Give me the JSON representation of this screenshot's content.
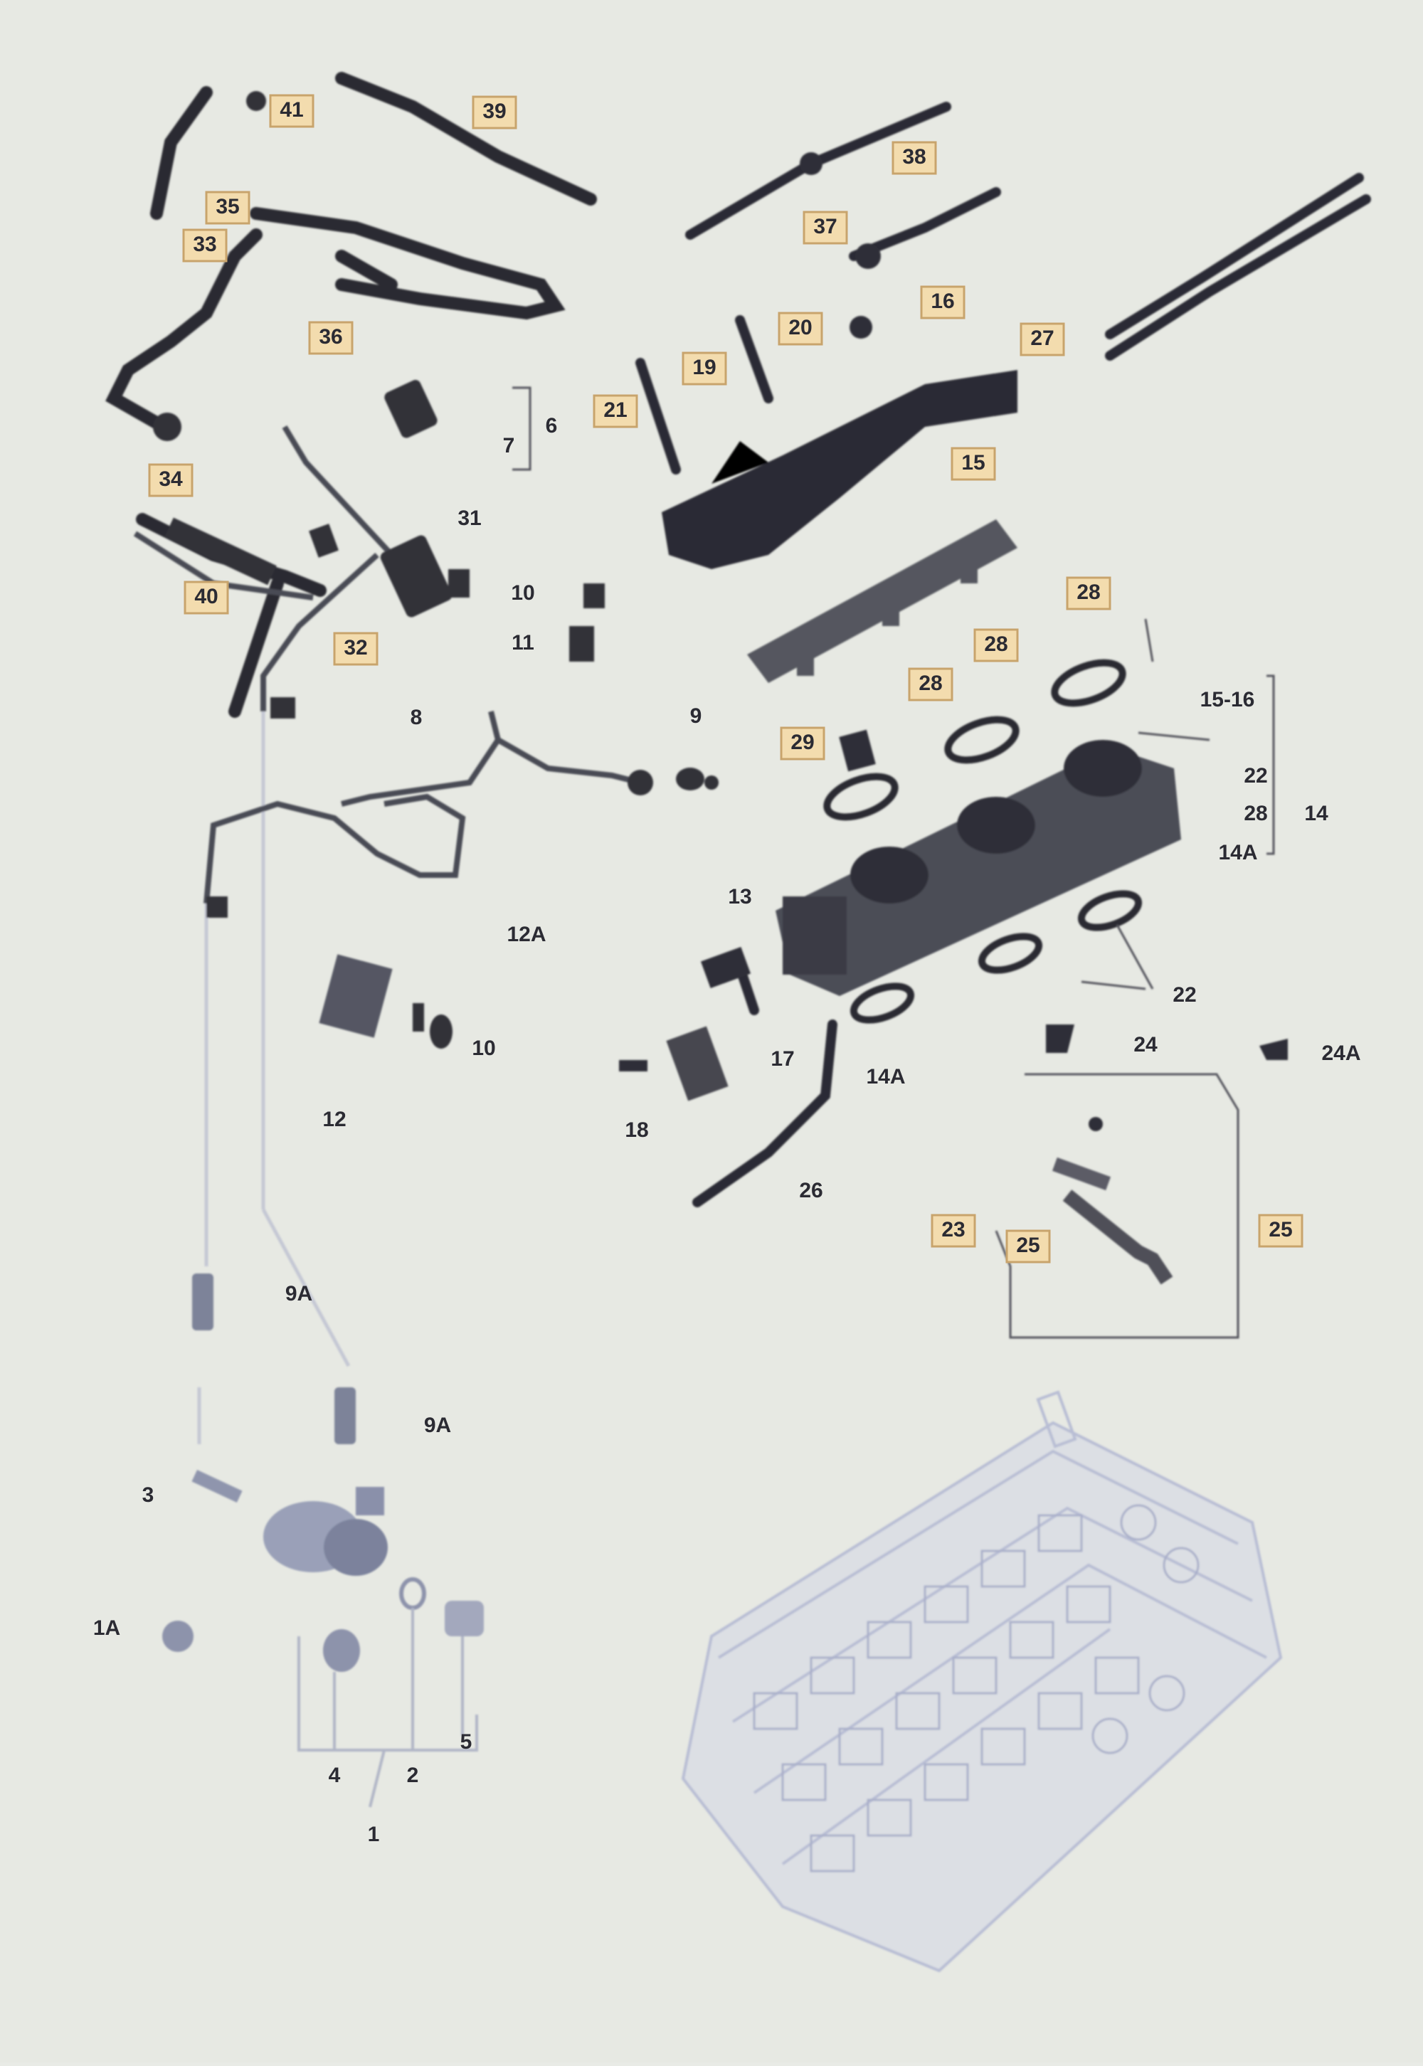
{
  "diagram": {
    "labels": [
      {
        "id": "l41",
        "text": "41",
        "boxed": true
      },
      {
        "id": "l39",
        "text": "39",
        "boxed": true
      },
      {
        "id": "l35",
        "text": "35",
        "boxed": true
      },
      {
        "id": "l33",
        "text": "33",
        "boxed": true
      },
      {
        "id": "l36",
        "text": "36",
        "boxed": true
      },
      {
        "id": "l6",
        "text": "6",
        "boxed": false
      },
      {
        "id": "l7",
        "text": "7",
        "boxed": false
      },
      {
        "id": "l34",
        "text": "34",
        "boxed": true
      },
      {
        "id": "l40",
        "text": "40",
        "boxed": true
      },
      {
        "id": "l31",
        "text": "31",
        "boxed": false
      },
      {
        "id": "l32",
        "text": "32",
        "boxed": true
      },
      {
        "id": "l10a",
        "text": "10",
        "boxed": false
      },
      {
        "id": "l11",
        "text": "11",
        "boxed": false
      },
      {
        "id": "l8",
        "text": "8",
        "boxed": false
      },
      {
        "id": "l9",
        "text": "9",
        "boxed": false
      },
      {
        "id": "l12A",
        "text": "12A",
        "boxed": false
      },
      {
        "id": "l10b",
        "text": "10",
        "boxed": false
      },
      {
        "id": "l12",
        "text": "12",
        "boxed": false
      },
      {
        "id": "l9Aa",
        "text": "9A",
        "boxed": false
      },
      {
        "id": "l9Ab",
        "text": "9A",
        "boxed": false
      },
      {
        "id": "l3",
        "text": "3",
        "boxed": false
      },
      {
        "id": "l1A",
        "text": "1A",
        "boxed": false
      },
      {
        "id": "l4",
        "text": "4",
        "boxed": false
      },
      {
        "id": "l2",
        "text": "2",
        "boxed": false
      },
      {
        "id": "l5",
        "text": "5",
        "boxed": false
      },
      {
        "id": "l1",
        "text": "1",
        "boxed": false
      },
      {
        "id": "l38",
        "text": "38",
        "boxed": true
      },
      {
        "id": "l37",
        "text": "37",
        "boxed": true
      },
      {
        "id": "l16",
        "text": "16",
        "boxed": true
      },
      {
        "id": "l20",
        "text": "20",
        "boxed": true
      },
      {
        "id": "l19",
        "text": "19",
        "boxed": true
      },
      {
        "id": "l21",
        "text": "21",
        "boxed": true
      },
      {
        "id": "l27",
        "text": "27",
        "boxed": true
      },
      {
        "id": "l15",
        "text": "15",
        "boxed": true
      },
      {
        "id": "l28a",
        "text": "28",
        "boxed": true
      },
      {
        "id": "l28b",
        "text": "28",
        "boxed": true
      },
      {
        "id": "l28c",
        "text": "28",
        "boxed": true
      },
      {
        "id": "l29",
        "text": "29",
        "boxed": true
      },
      {
        "id": "l1516",
        "text": "15-16",
        "boxed": false
      },
      {
        "id": "l22a",
        "text": "22",
        "boxed": false
      },
      {
        "id": "l28d",
        "text": "28",
        "boxed": false
      },
      {
        "id": "l14",
        "text": "14",
        "boxed": false
      },
      {
        "id": "l14Aa",
        "text": "14A",
        "boxed": false
      },
      {
        "id": "l13",
        "text": "13",
        "boxed": false
      },
      {
        "id": "l22b",
        "text": "22",
        "boxed": false
      },
      {
        "id": "l24",
        "text": "24",
        "boxed": false
      },
      {
        "id": "l24A",
        "text": "24A",
        "boxed": false
      },
      {
        "id": "l17",
        "text": "17",
        "boxed": false
      },
      {
        "id": "l14Ab",
        "text": "14A",
        "boxed": false
      },
      {
        "id": "l18",
        "text": "18",
        "boxed": false
      },
      {
        "id": "l26",
        "text": "26",
        "boxed": false
      },
      {
        "id": "l23",
        "text": "23",
        "boxed": true
      },
      {
        "id": "l25a",
        "text": "25",
        "boxed": true
      },
      {
        "id": "l25b",
        "text": "25",
        "boxed": true
      }
    ]
  }
}
